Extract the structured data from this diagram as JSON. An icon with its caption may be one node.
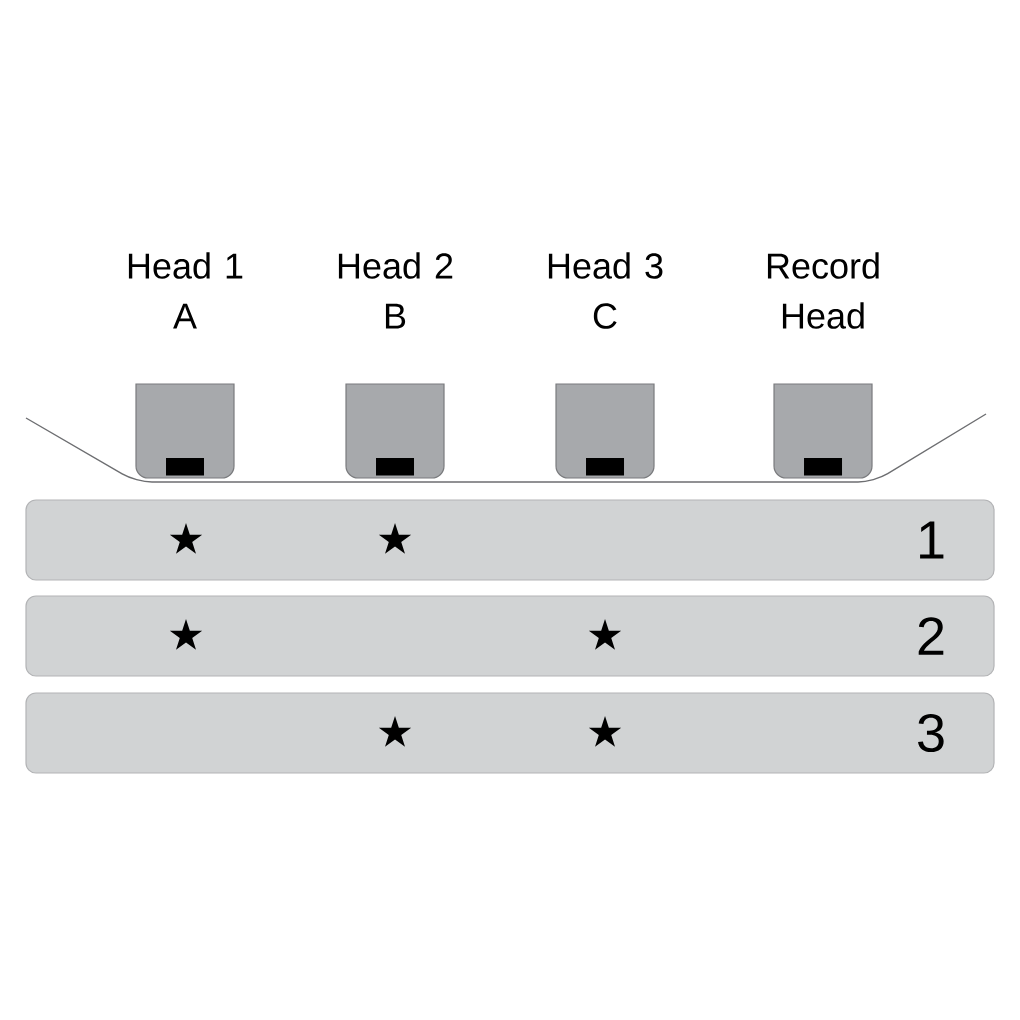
{
  "diagram": {
    "nodes": [
      {
        "text": [
          "Head 1",
          "A"
        ]
      },
      {
        "text": [
          "Head 2",
          "B"
        ]
      },
      {
        "text": [
          "Head 3",
          "C"
        ]
      },
      {
        "text": [
          "Record Head"
        ]
      },
      {
        "text": [
          "1"
        ]
      },
      {
        "text": [],
        "shape": "star",
        "in": 4
      },
      {
        "text": [],
        "shape": "star",
        "in": 4
      },
      {
        "text": [
          "2"
        ]
      },
      {
        "text": [],
        "shape": "star",
        "in": 7
      },
      {
        "text": [],
        "shape": "star",
        "in": 7
      },
      {
        "text": [
          "3"
        ]
      },
      {
        "text": [],
        "shape": "star",
        "in": 10
      },
      {
        "text": [],
        "shape": "star",
        "in": 10
      }
    ]
  }
}
